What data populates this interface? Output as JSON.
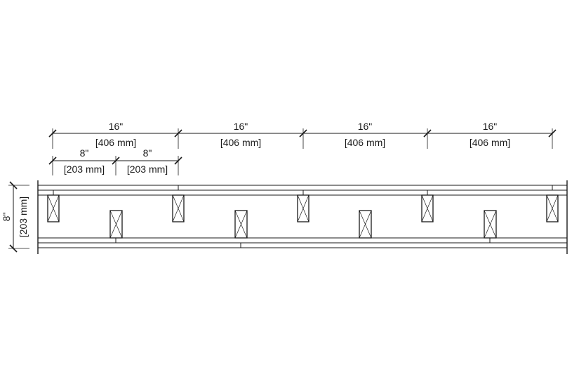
{
  "dimensions": {
    "spacing_16": [
      {
        "imperial": "16\"",
        "metric": "[406 mm]"
      },
      {
        "imperial": "16\"",
        "metric": "[406 mm]"
      },
      {
        "imperial": "16\"",
        "metric": "[406 mm]"
      },
      {
        "imperial": "16\"",
        "metric": "[406 mm]"
      }
    ],
    "spacing_8": [
      {
        "imperial": "8\"",
        "metric": "[203 mm]"
      },
      {
        "imperial": "8\"",
        "metric": "[203 mm]"
      }
    ],
    "wall_thickness": {
      "imperial": "8\"",
      "metric": "[203 mm]"
    }
  },
  "colors": {
    "line": "#1a1a1a",
    "gypsum_fill": "#ffffff",
    "background": "#ffffff"
  }
}
